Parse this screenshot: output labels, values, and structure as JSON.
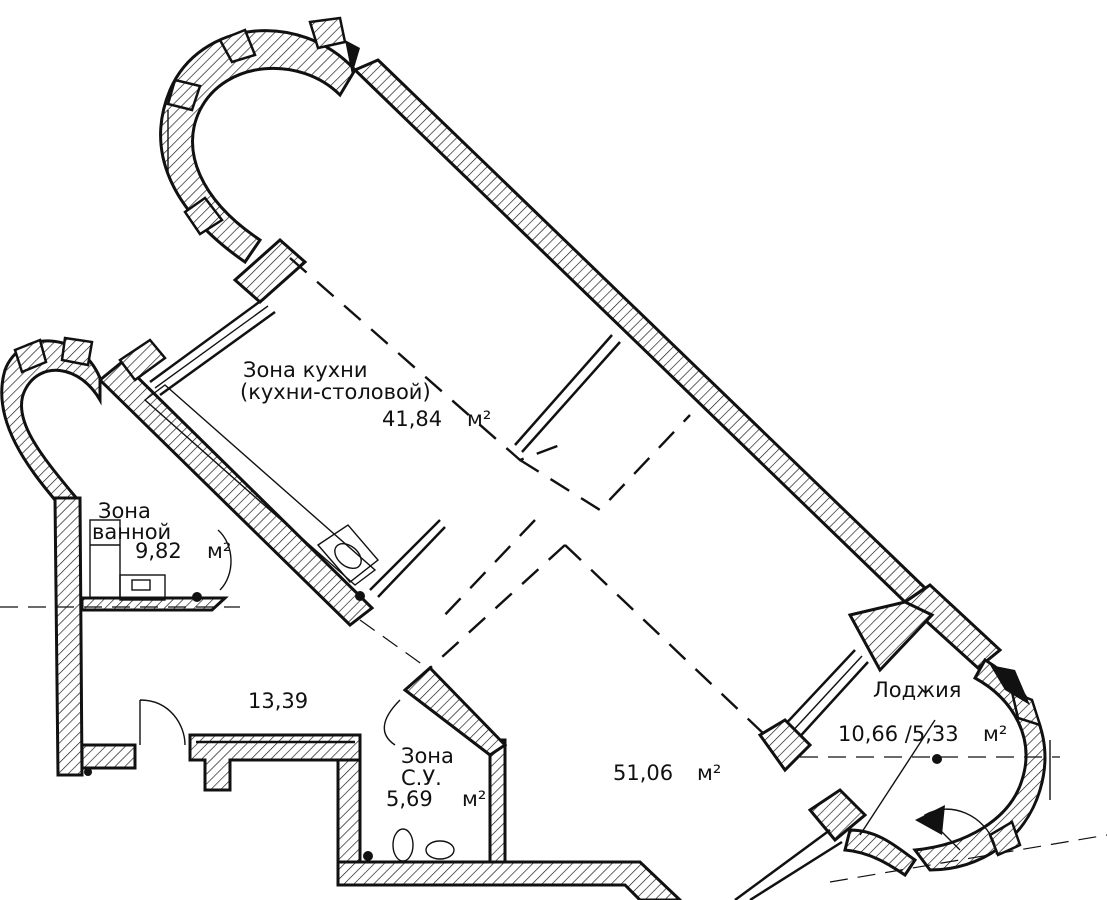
{
  "rooms": {
    "kitchen": {
      "name": "Зона кухни",
      "subtitle": "(кухни-столовой)",
      "area": "41,84",
      "unit": "м²"
    },
    "bath": {
      "name_line1": "Зона",
      "name_line2": "ванной",
      "area": "9,82",
      "unit": "м²"
    },
    "hall": {
      "area": "13,39"
    },
    "wc": {
      "name_line1": "Зона",
      "name_line2": "С.У.",
      "area": "5,69",
      "unit": "м²"
    },
    "living": {
      "area": "51,06",
      "unit": "м²"
    },
    "loggia": {
      "name": "Лоджия",
      "area": "10,66 /5,33",
      "unit": "м²"
    }
  },
  "colors": {
    "ink": "#111111",
    "paper": "#ffffff"
  }
}
